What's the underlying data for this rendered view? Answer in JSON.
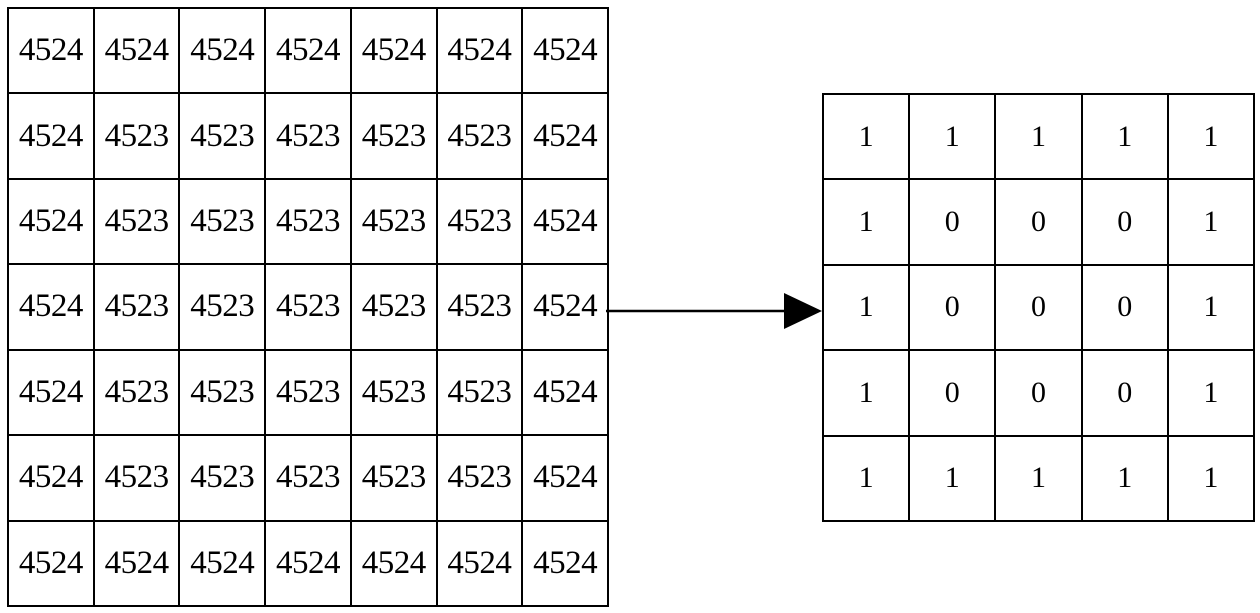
{
  "input_matrix": [
    [
      "4524",
      "4524",
      "4524",
      "4524",
      "4524",
      "4524",
      "4524"
    ],
    [
      "4524",
      "4523",
      "4523",
      "4523",
      "4523",
      "4523",
      "4524"
    ],
    [
      "4524",
      "4523",
      "4523",
      "4523",
      "4523",
      "4523",
      "4524"
    ],
    [
      "4524",
      "4523",
      "4523",
      "4523",
      "4523",
      "4523",
      "4524"
    ],
    [
      "4524",
      "4523",
      "4523",
      "4523",
      "4523",
      "4523",
      "4524"
    ],
    [
      "4524",
      "4523",
      "4523",
      "4523",
      "4523",
      "4523",
      "4524"
    ],
    [
      "4524",
      "4524",
      "4524",
      "4524",
      "4524",
      "4524",
      "4524"
    ]
  ],
  "output_matrix": [
    [
      "1",
      "1",
      "1",
      "1",
      "1"
    ],
    [
      "1",
      "0",
      "0",
      "0",
      "1"
    ],
    [
      "1",
      "0",
      "0",
      "0",
      "1"
    ],
    [
      "1",
      "0",
      "0",
      "0",
      "1"
    ],
    [
      "1",
      "1",
      "1",
      "1",
      "1"
    ]
  ],
  "colors": {
    "line": "#000000",
    "background": "#ffffff"
  },
  "icons": {
    "arrow": "arrow-right-icon"
  }
}
